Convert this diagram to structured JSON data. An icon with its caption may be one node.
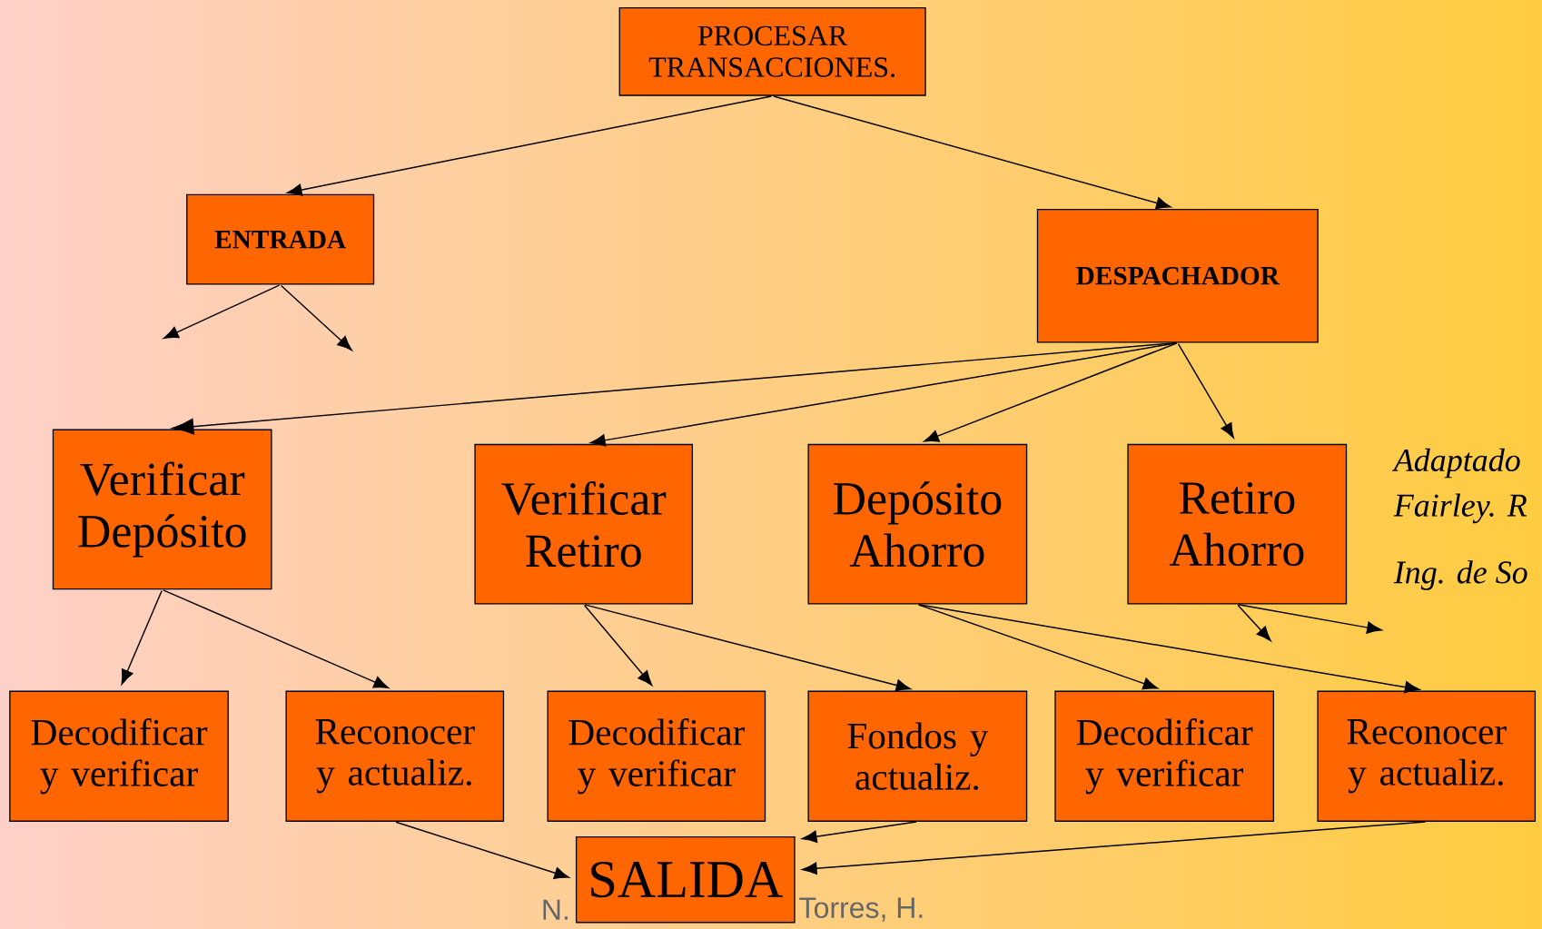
{
  "diagram": {
    "nodes": [
      {
        "text": [
          "PROCESAR TRANSACCIONES."
        ]
      },
      {
        "text": [
          "ENTRADA"
        ]
      },
      {
        "text": [
          "DESPACHADOR"
        ]
      },
      {
        "text": [
          "Verificar Depósito"
        ]
      },
      {
        "text": [
          "Verificar Retiro"
        ]
      },
      {
        "text": [
          "Depósito Ahorro"
        ]
      },
      {
        "text": [
          "Retiro Ahorro"
        ]
      },
      {
        "text": [
          "Decodificar y verificar"
        ]
      },
      {
        "text": [
          "Reconocer y actualiz."
        ]
      },
      {
        "text": [
          "Decodificar y verificar"
        ]
      },
      {
        "text": [
          "Fondos y actualiz."
        ]
      },
      {
        "text": [
          "Decodificar y verificar"
        ]
      },
      {
        "text": [
          "Reconocer y actualiz."
        ]
      },
      {
        "text": [
          "SALIDA"
        ]
      }
    ],
    "edges": [
      {
        "from": 0,
        "to": 1,
        "arrow": "to"
      },
      {
        "from": 0,
        "to": 2,
        "arrow": "to"
      },
      {
        "from": 1,
        "to": null,
        "arrow": "to"
      },
      {
        "from": 1,
        "to": null,
        "arrow": "to"
      },
      {
        "from": 2,
        "to": 3,
        "arrow": "to"
      },
      {
        "from": 2,
        "to": 4,
        "arrow": "to"
      },
      {
        "from": 2,
        "to": 5,
        "arrow": "to"
      },
      {
        "from": 2,
        "to": 6,
        "arrow": "to"
      },
      {
        "from": 3,
        "to": 7,
        "arrow": "to"
      },
      {
        "from": 3,
        "to": 8,
        "arrow": "to"
      },
      {
        "from": 4,
        "to": 9,
        "arrow": "to"
      },
      {
        "from": 4,
        "to": 10,
        "arrow": "to"
      },
      {
        "from": 5,
        "to": 11,
        "arrow": "to"
      },
      {
        "from": 5,
        "to": 12,
        "arrow": "to"
      },
      {
        "from": 6,
        "to": null,
        "arrow": "to"
      },
      {
        "from": 6,
        "to": null,
        "arrow": "to"
      },
      {
        "from": 8,
        "to": 13,
        "arrow": "to"
      },
      {
        "from": 10,
        "to": 13,
        "arrow": "to"
      },
      {
        "from": 12,
        "to": 13,
        "arrow": "to"
      }
    ],
    "labels": [
      "Adaptado",
      "Fairley. R",
      "Ing. de So",
      "N.",
      "Torres, H."
    ]
  }
}
